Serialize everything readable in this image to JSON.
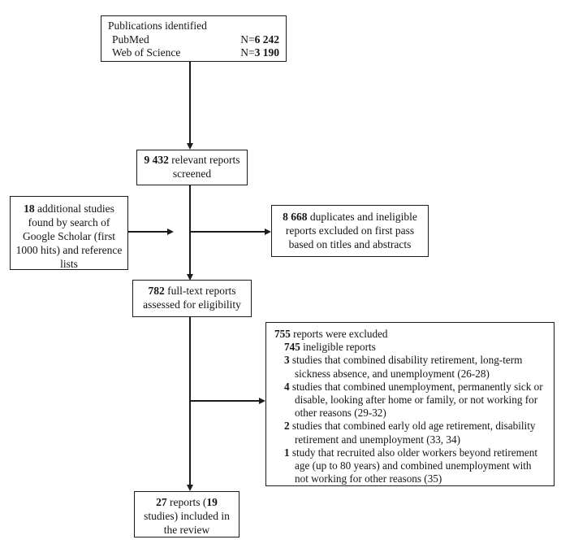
{
  "diagram": {
    "type": "flowchart",
    "colors": {
      "background": "#ffffff",
      "box_border": "#1c1c1c",
      "text": "#141414",
      "arrow": "#1c1c1c"
    },
    "identified": {
      "title": "Publications identified",
      "rows": [
        {
          "label": "PubMed",
          "prefix": "N=",
          "value": "6 242"
        },
        {
          "label": "Web of Science",
          "prefix": "N=",
          "value": "3 190"
        }
      ]
    },
    "screened": {
      "num": "9 432",
      "text": " relevant reports screened"
    },
    "additional": {
      "num": "18",
      "text": " additional studies found by search of Google Scholar (first 1000 hits) and reference lists"
    },
    "duplicates": {
      "num": "8 668",
      "text": " duplicates and ineligible reports excluded on first pass based on titles and abstracts"
    },
    "fulltext": {
      "num": "782",
      "text": " full-text reports assessed for eligibility"
    },
    "excluded": {
      "items": [
        {
          "num": "755",
          "text": " reports were excluded"
        },
        {
          "num": "745",
          "text": " ineligible reports"
        },
        {
          "num": "3",
          "text": " studies that combined disability retirement, long-term sickness absence, and unemployment (26-28)"
        },
        {
          "num": "4",
          "text": " studies that combined unemployment, permanently sick or disable, looking after home or family, or not working for other reasons (29-32)"
        },
        {
          "num": "2",
          "text": " studies that combined early old age retirement, disability retirement and unemployment (33, 34)"
        },
        {
          "num": "1",
          "text": " study that recruited also older workers beyond retirement age (up to 80 years) and combined unemployment with not working for other reasons (35)"
        }
      ]
    },
    "included": {
      "num1": "27",
      "text1": " reports (",
      "num2": "19",
      "text2": " studies) included in the review"
    }
  }
}
